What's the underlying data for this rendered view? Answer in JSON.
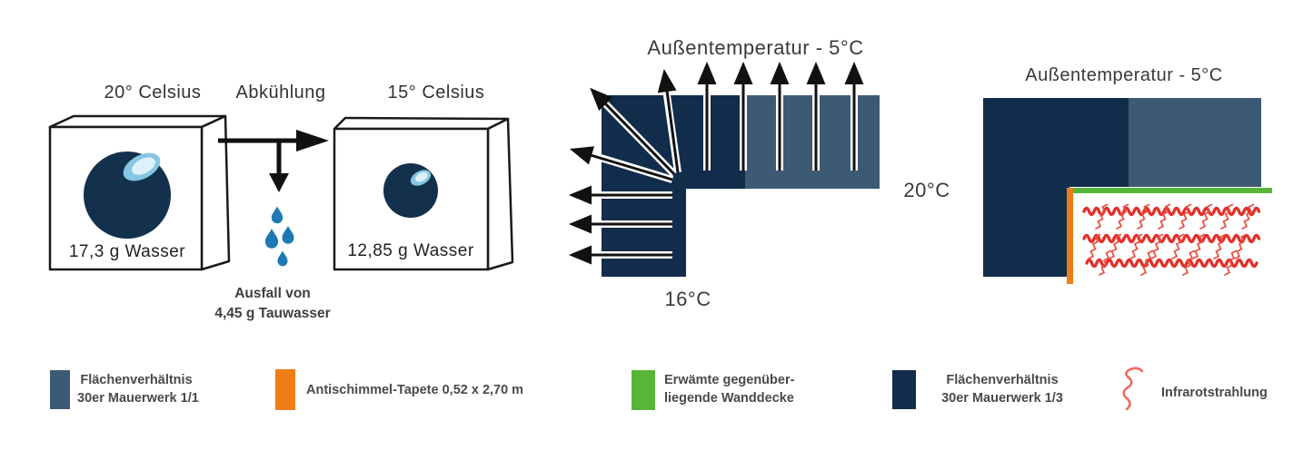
{
  "left_diagram": {
    "temp_before": "20° Celsius",
    "process": "Abkühlung",
    "temp_after": "15° Celsius",
    "water_before": "17,3 g Wasser",
    "water_after": "12,85 g Wasser",
    "result_line1": "Ausfall von",
    "result_line2": "4,45 g Tauwasser"
  },
  "middle_diagram": {
    "title": "Außentemperatur - 5°C",
    "room_temp": "20°C",
    "wall_temp": "16°C"
  },
  "right_diagram": {
    "title": "Außentemperatur - 5°C"
  },
  "legend": {
    "items": [
      {
        "icon": "slate-swatch",
        "color": "#3d5a75",
        "line1": "Flächenverhältnis",
        "line2": "30er Mauerwerk 1/1"
      },
      {
        "icon": "orange-swatch",
        "color": "#ee7d15",
        "label": "Antischimmel-Tapete 0,52 x 2,70 m"
      },
      {
        "icon": "green-swatch",
        "color": "#57b53a",
        "line1": "Erwämte gegenüber-",
        "line2": "liegende Wanddecke"
      },
      {
        "icon": "navy-swatch",
        "color": "#122c4c",
        "line1": "Flächenverhältnis",
        "line2": "30er Mauerwerk 1/3"
      },
      {
        "icon": "infrared-squiggle",
        "color": "#ee6a5e",
        "label": "Infrarotstrahlung"
      }
    ]
  },
  "colors": {
    "navy": "#122c4c",
    "slate": "#3d5a75",
    "orange": "#ee7d15",
    "green": "#57b53a",
    "infrared_red": "#e2312a",
    "infrared_light_red": "#ea4b40",
    "water_blue": "#1d79b4",
    "sphere_navy": "#13304d",
    "highlight_blue": "#85c6e2",
    "highlight_light": "#ddf1fa"
  }
}
